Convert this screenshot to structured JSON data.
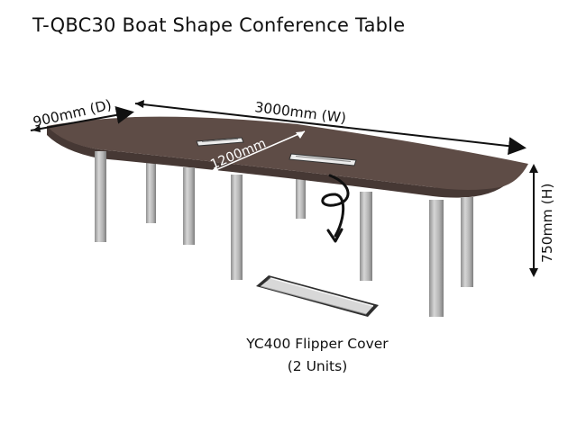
{
  "title": "T-QBC30 Boat Shape Conference Table",
  "dimensions": {
    "depth": "900mm (D)",
    "width": "3000mm (W)",
    "height": "750mm (H)",
    "grommet_spacing": "1200mm"
  },
  "accessory": {
    "name": "YC400 Flipper Cover",
    "quantity": "(2 Units)"
  },
  "colors": {
    "tabletop": "#5c4b45",
    "tabletop_edge": "#4a3c37",
    "legs": "#b9b9b9",
    "arrows": "#111111"
  }
}
